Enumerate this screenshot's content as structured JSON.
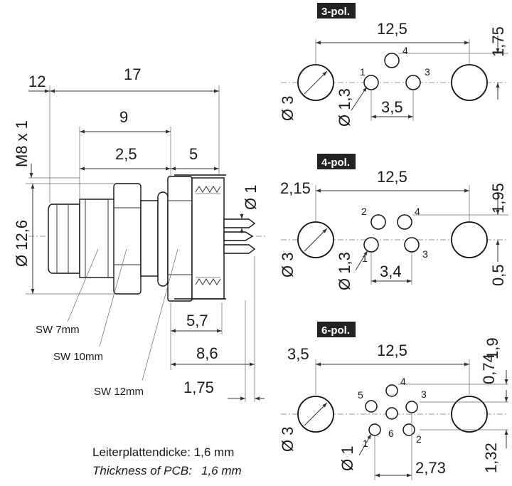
{
  "connector": {
    "dims": {
      "d12": "12",
      "d17": "17",
      "d9": "9",
      "d2_5": "2,5",
      "d5": "5",
      "m8": "M8 x 1",
      "dia12_6": "Ø 12,6",
      "dia1": "Ø 1",
      "d5_7": "5,7",
      "d8_6": "8,6",
      "d1_75": "1,75"
    },
    "labels": {
      "sw7": "SW 7mm",
      "sw10": "SW 10mm",
      "sw12": "SW 12mm"
    }
  },
  "note": {
    "de": "Leiterplattendicke: 1,6 mm",
    "en_label": "Thickness of PCB:",
    "en_value": "1,6 mm"
  },
  "pol3": {
    "badge": "3-pol.",
    "w": "12,5",
    "h": "1,75",
    "hole": "Ø 3",
    "pin": "Ø 1,3",
    "pitch": "3,5",
    "pins": [
      "1",
      "3",
      "4"
    ]
  },
  "pol4": {
    "badge": "4-pol.",
    "w": "12,5",
    "left": "2,15",
    "top": "1,95",
    "bottom": "0,5",
    "hole": "Ø 3",
    "pin": "Ø 1,3",
    "pitch": "3,4",
    "pins": [
      "1",
      "2",
      "3",
      "4"
    ]
  },
  "pol6": {
    "badge": "6-pol.",
    "w": "12,5",
    "left": "3,5",
    "top1": "1,9",
    "top2": "0,74",
    "bottom": "1,32",
    "hole": "Ø 3",
    "pin": "Ø 1",
    "pitch": "2,73",
    "pins": [
      "1",
      "2",
      "3",
      "4",
      "5",
      "6"
    ]
  }
}
